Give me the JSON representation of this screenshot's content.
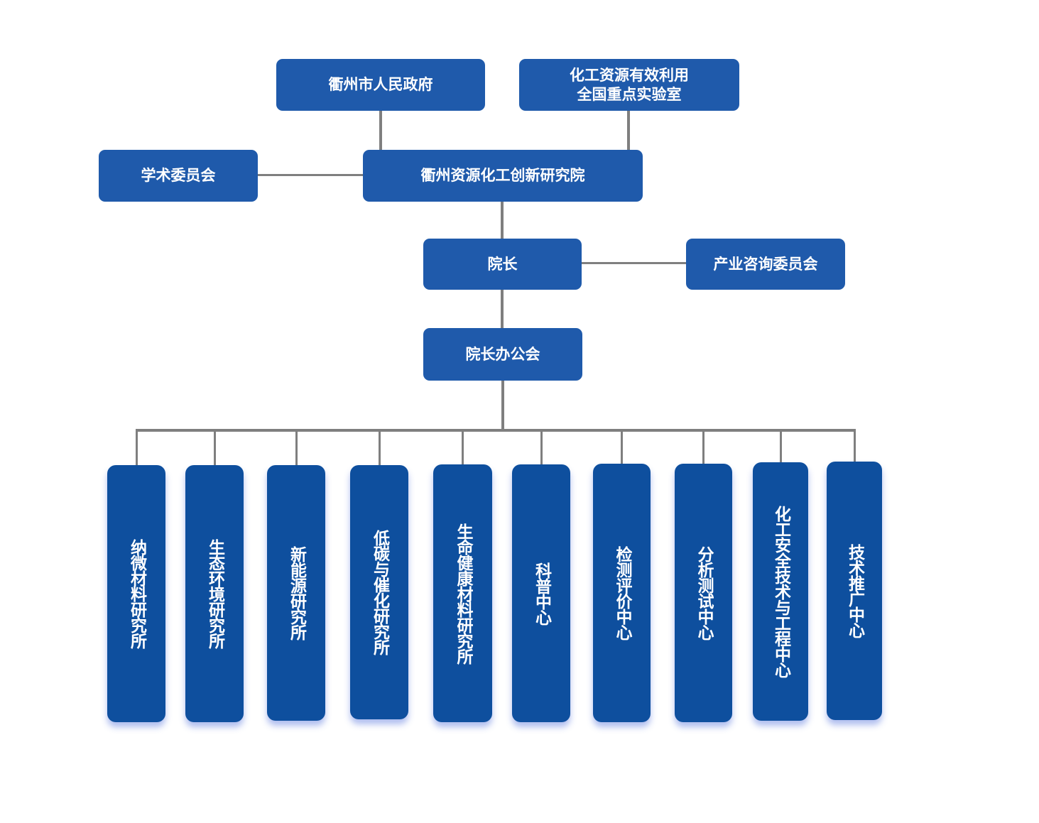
{
  "colors": {
    "box": "#1f5aab",
    "dept_box": "#0e4f9e",
    "connector": "#7f7f7f",
    "text": "#ffffff"
  },
  "org": {
    "government": "衢州市人民政府",
    "lab": "化工资源有效利用\n全国重点实验室",
    "academic_committee": "学术委员会",
    "institute": "衢州资源化工创新研究院",
    "president": "院长",
    "industry_committee": "产业咨询委员会",
    "president_office": "院长办公会",
    "departments": [
      "纳微材料研究所",
      "生态环境研究所",
      "新能源研究所",
      "低碳与催化研究所",
      "生命健康材料研究所",
      "科普中心",
      "检测评价中心",
      "分析测试中心",
      "化工安全技术与工程中心",
      "技术推广中心"
    ]
  }
}
